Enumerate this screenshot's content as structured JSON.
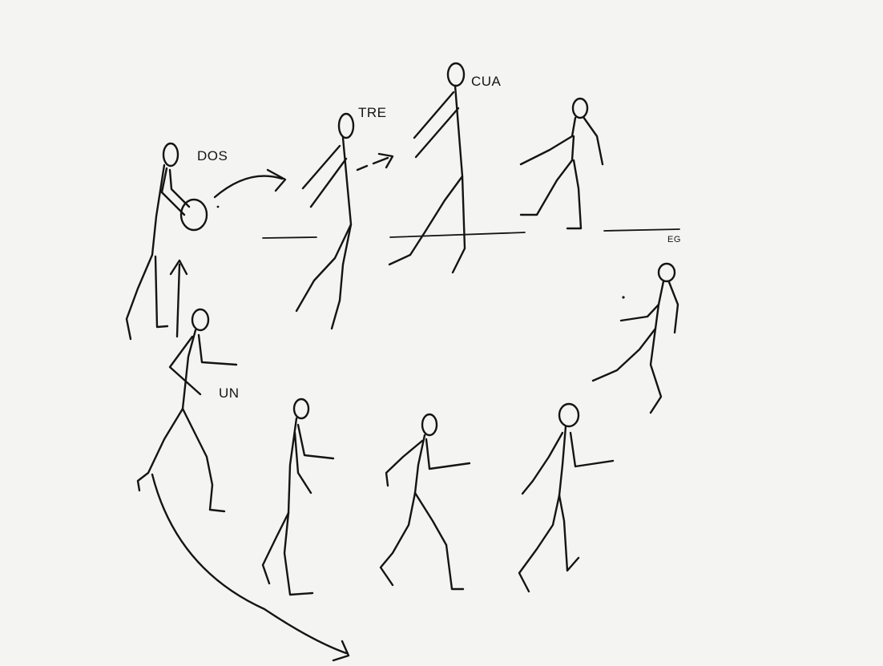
{
  "labels": {
    "un": "UN",
    "dos": "DOS",
    "tre": "TRE",
    "cua": "CUA",
    "initials": "EG"
  },
  "colors": {
    "paper": "#f4f4f3",
    "ink": "#141414"
  }
}
